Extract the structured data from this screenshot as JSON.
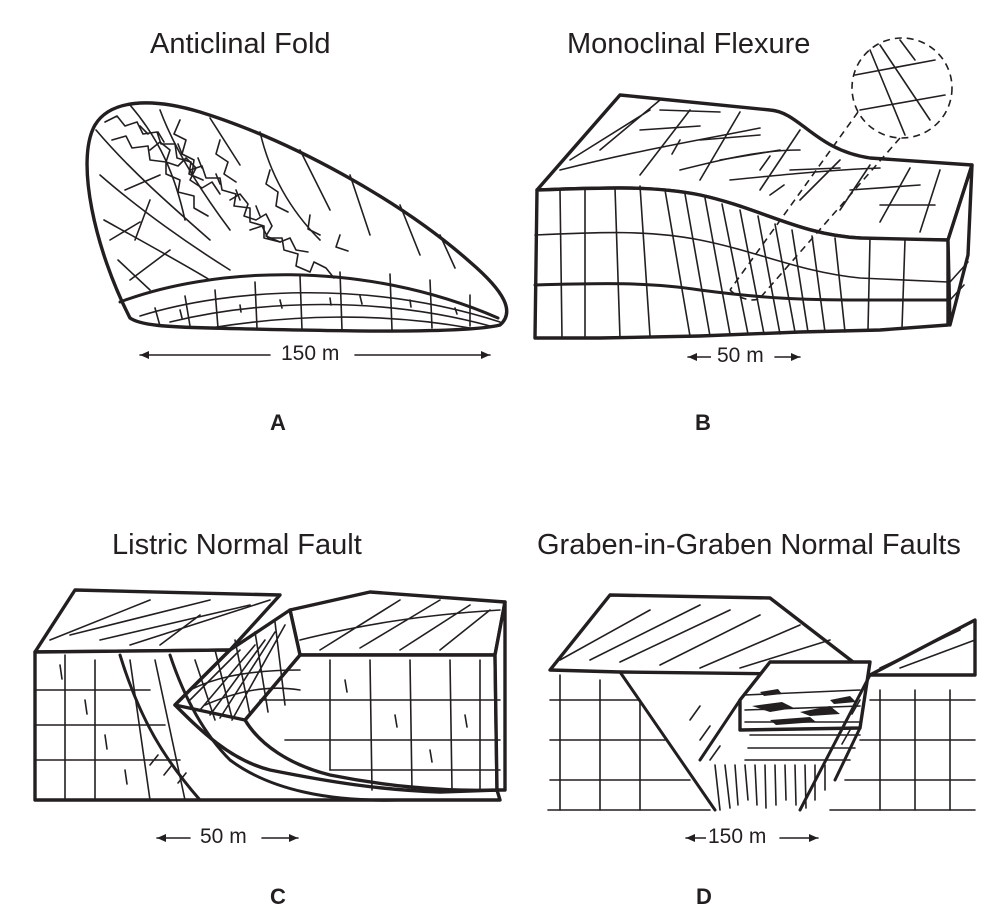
{
  "panels": [
    {
      "id": "A",
      "title": "Anticlinal Fold",
      "scale": "150 m"
    },
    {
      "id": "B",
      "title": "Monoclinal Flexure",
      "scale": "50 m"
    },
    {
      "id": "C",
      "title": "Listric Normal Fault",
      "scale": "50 m"
    },
    {
      "id": "D",
      "title": "Graben-in-Graben Normal Faults",
      "scale": "150 m"
    }
  ]
}
